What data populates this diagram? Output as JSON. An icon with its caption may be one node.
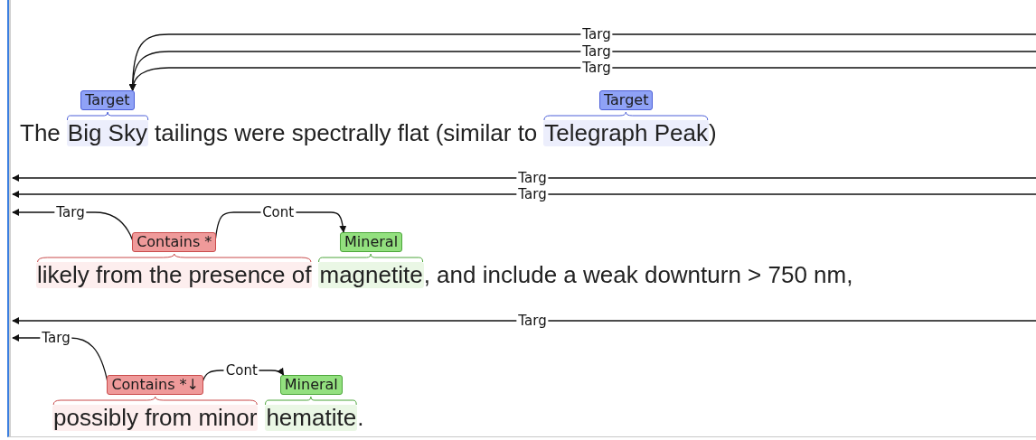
{
  "diagram": {
    "nodes": [
      {
        "text": [
          "Target"
        ],
        "beside": [
          "Big Sky"
        ]
      },
      {
        "text": [
          "Target"
        ],
        "beside": [
          "Telegraph Peak"
        ]
      },
      {
        "text": [
          "Contains *"
        ],
        "beside": [
          "likely from the presence of"
        ]
      },
      {
        "text": [
          "Mineral"
        ],
        "beside": [
          "magnetite"
        ]
      },
      {
        "text": [
          "Contains *↓"
        ],
        "beside": [
          "possibly from minor"
        ]
      },
      {
        "text": [
          "Mineral"
        ],
        "beside": [
          "hematite"
        ]
      }
    ],
    "edges": [
      {
        "from": null,
        "to": 0,
        "arrow": "to",
        "label": "Targ"
      },
      {
        "from": null,
        "to": 0,
        "arrow": "to",
        "label": "Targ"
      },
      {
        "from": null,
        "to": 0,
        "arrow": "to",
        "label": "Targ"
      },
      {
        "from": 2,
        "to": null,
        "arrow": "to",
        "label": "Targ"
      },
      {
        "from": 2,
        "to": 3,
        "arrow": "to",
        "label": "Cont"
      },
      {
        "from": 4,
        "to": null,
        "arrow": "to",
        "label": "Targ"
      },
      {
        "from": 4,
        "to": 5,
        "arrow": "to",
        "label": "Cont"
      }
    ],
    "labels": [
      "The",
      "tailings were spectrally flat (similar to",
      ")",
      "Targ",
      "Targ",
      ", and include a weak downturn > 750 nm,",
      "Targ",
      "."
    ]
  }
}
